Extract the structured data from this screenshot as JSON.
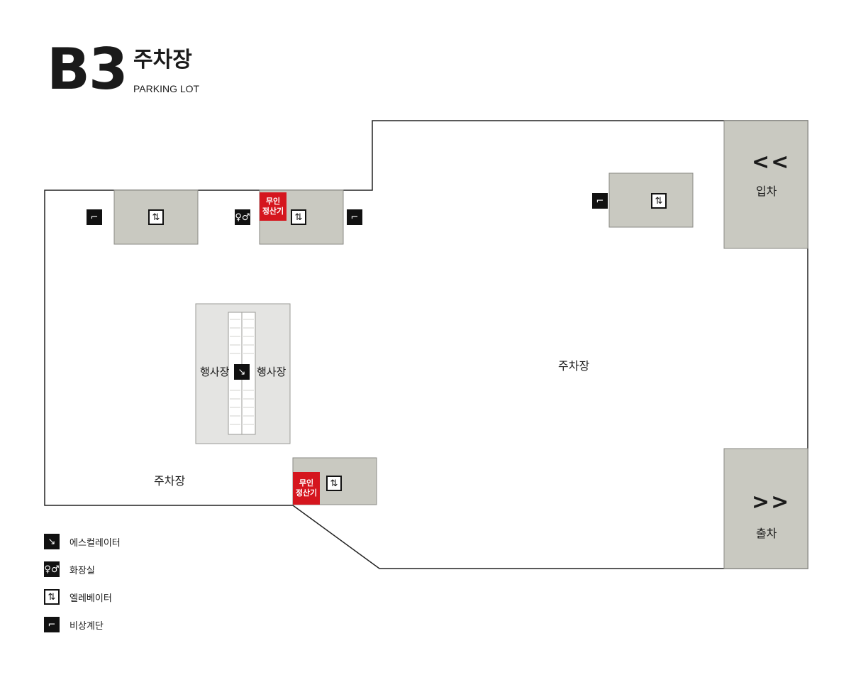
{
  "header": {
    "floor": "B3",
    "title": "주차장",
    "subtitle": "PARKING LOT"
  },
  "areas": {
    "event_hall_left": "행사장",
    "event_hall_right": "행사장",
    "parking_main": "주차장",
    "parking_left": "주차장"
  },
  "gates": {
    "entry": {
      "arrow": "<<",
      "label": "입차"
    },
    "exit": {
      "arrow": ">>",
      "label": "출차"
    }
  },
  "kiosks": {
    "top": {
      "line1": "무인",
      "line2": "정산기"
    },
    "bottom": {
      "line1": "무인",
      "line2": "정산기"
    }
  },
  "icons": {
    "escalator": "escalator-icon",
    "restroom": "restroom-icon",
    "elevator": "elevator-icon",
    "emergency_stairs": "stairs-icon"
  },
  "legend": [
    {
      "icon": "escalator-icon",
      "label": "에스컬레이터"
    },
    {
      "icon": "restroom-icon",
      "label": "화장실"
    },
    {
      "icon": "elevator-icon",
      "label": "엘레베이터"
    },
    {
      "icon": "stairs-icon",
      "label": "비상계단"
    }
  ],
  "colors": {
    "kiosk": "#d5161e",
    "core": "#c9c9c1",
    "event_hall": "#e4e4e2",
    "outline": "#222222",
    "icon": "#111111"
  }
}
